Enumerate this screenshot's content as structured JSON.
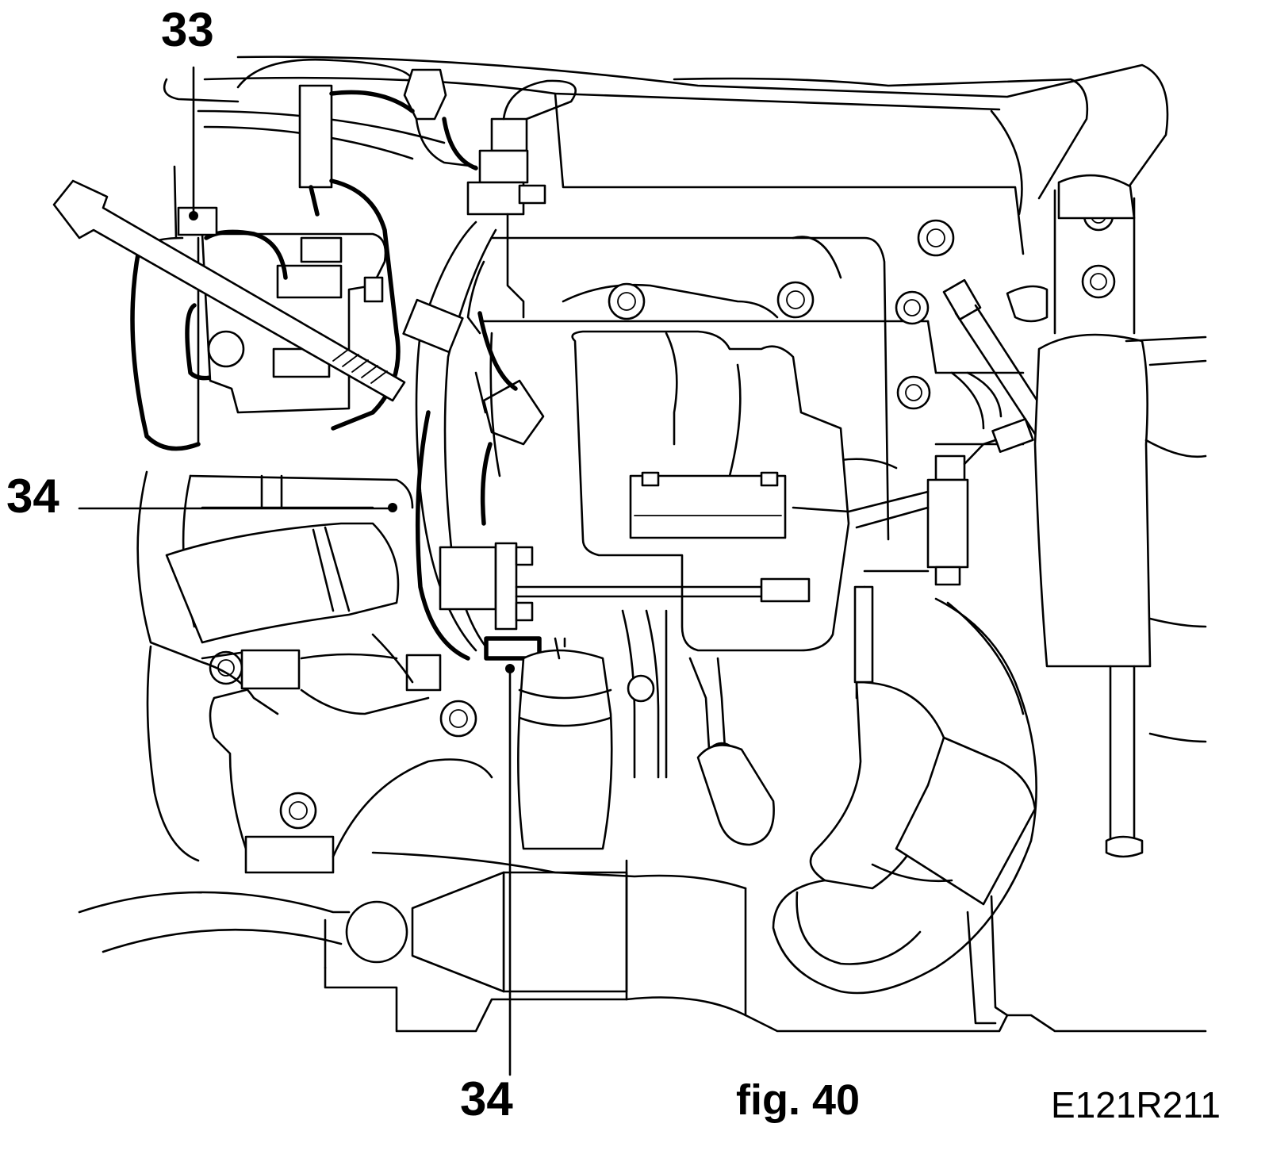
{
  "callouts": [
    {
      "id": "callout-33",
      "label": "33"
    },
    {
      "id": "callout-34-left",
      "label": "34"
    },
    {
      "id": "callout-34-bottom",
      "label": "34"
    }
  ],
  "caption": "fig. 40",
  "drawing_code": "E121R211"
}
